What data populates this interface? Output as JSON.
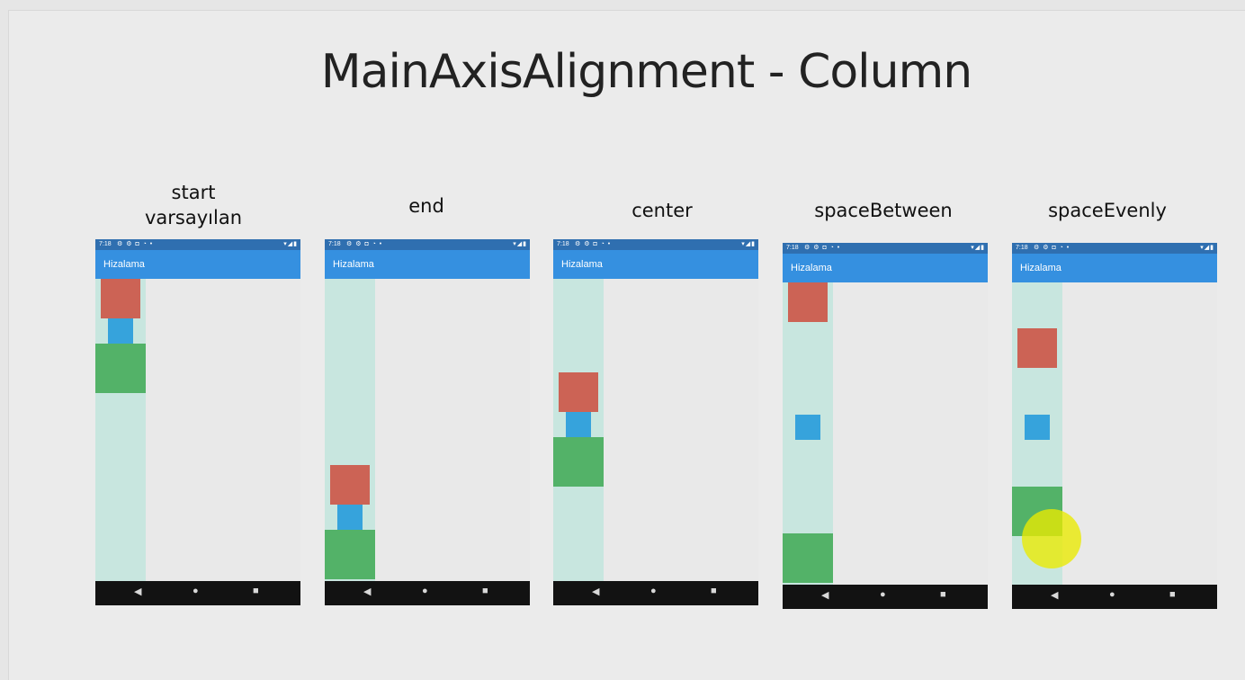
{
  "title": "MainAxisAlignment - Column",
  "panels": [
    {
      "label_line1": "start",
      "label_line2": "varsayılan",
      "alignment": "start"
    },
    {
      "label_line1": "end",
      "label_line2": "",
      "alignment": "end"
    },
    {
      "label_line1": "center",
      "label_line2": "",
      "alignment": "center"
    },
    {
      "label_line1": "spaceBetween",
      "label_line2": "",
      "alignment": "spaceBetween"
    },
    {
      "label_line1": "spaceEvenly",
      "label_line2": "",
      "alignment": "spaceEvenly"
    }
  ],
  "phone": {
    "status_time": "7:18",
    "status_icons": "⚙ ⚙ ◘ ◔ •",
    "status_right": "▾◢▮",
    "app_title": "Hizalama",
    "nav_back": "◀",
    "nav_home": "●",
    "nav_recent": "■"
  },
  "colors": {
    "red_box": "#cc6355",
    "blue_box": "#36a3dc",
    "green_box": "#53b268",
    "column_bg": "#c8e6df",
    "app_bar": "#3590e0",
    "status_bar": "#2f6fb0",
    "cursor_highlight": "#ebeb00"
  }
}
